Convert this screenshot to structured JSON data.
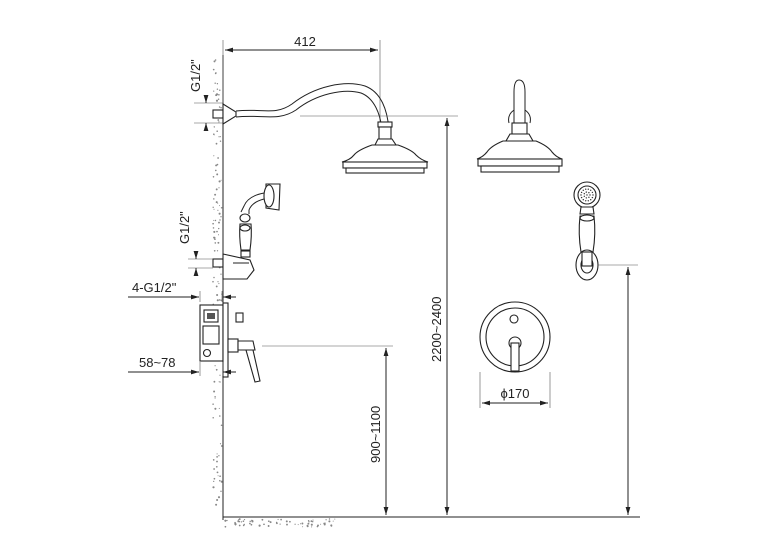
{
  "dimensions": {
    "arm_length": "412",
    "shower_head_thread": "G1/2\"",
    "hand_shower_thread": "G1/2\"",
    "mixer_threads": "4-G1/2\"",
    "mixer_depth": "58~78",
    "shower_height": "2200~2400",
    "mixer_height": "900~1100",
    "plate_diameter": "ϕ170"
  }
}
